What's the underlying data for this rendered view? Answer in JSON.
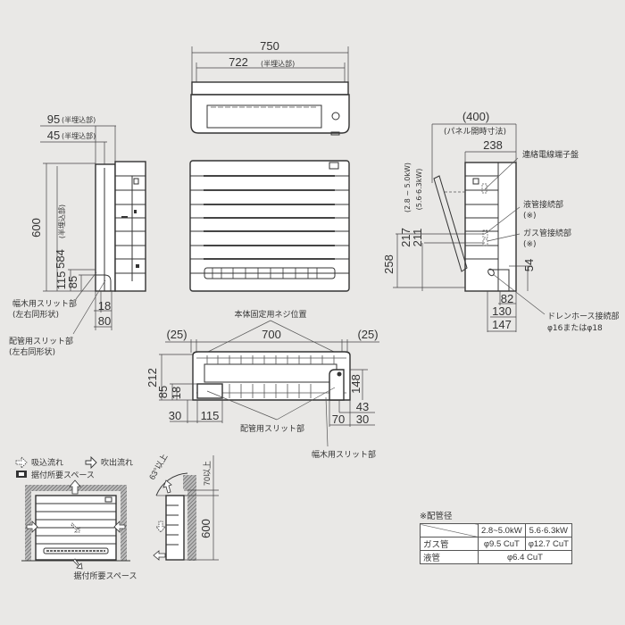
{
  "top_view": {
    "width_total": "750",
    "width_embedded": "722",
    "embedded_note": "(半埋込部)"
  },
  "side_view_left": {
    "depth_95": "95",
    "depth_45": "45",
    "embedded_note": "(半埋込部)",
    "height_total": "600",
    "height_embedded": "584",
    "height_embedded_note": "(半埋込部)",
    "dim_115": "115",
    "dim_85": "85",
    "dim_18": "18",
    "dim_80": "80",
    "callout_baseboard_slit": "幅木用スリット部",
    "callout_baseboard_slit_note": "(左右同形状)",
    "callout_pipe_slit": "配管用スリット部",
    "callout_pipe_slit_note": "(左右同形状)"
  },
  "side_view_right": {
    "panel_open_dim": "(400)",
    "panel_open_note": "(パネル開時寸法)",
    "depth": "238",
    "dim_217": "217",
    "dim_217_note": "(2.8 ~ 5.0kW)",
    "dim_211": "211",
    "dim_211_note": "(5.6·6.3kW)",
    "dim_258": "258",
    "dim_54": "54",
    "dim_82": "82",
    "dim_130": "130",
    "dim_147": "147",
    "callout_terminal": "連絡電線端子盤",
    "callout_liquid": "液管接続部",
    "callout_liquid_note": "(※)",
    "callout_gas": "ガス管接続部",
    "callout_gas_note": "(※)",
    "callout_drain": "ドレンホース接続部",
    "callout_drain_size": "φ16またはφ18"
  },
  "bottom_view": {
    "screw_label": "本体固定用ネジ位置",
    "dim_left_margin": "(25)",
    "dim_span": "700",
    "dim_right_margin": "(25)",
    "dim_212": "212",
    "dim_85": "85",
    "dim_18": "18",
    "dim_30": "30",
    "dim_115": "115",
    "dim_148": "148",
    "dim_43": "43",
    "dim_70": "70",
    "dim_30b": "30",
    "callout_pipe_slit": "配管用スリット部",
    "callout_baseboard_slit": "幅木用スリット部"
  },
  "installation": {
    "legend_intake": "吸込流れ",
    "legend_outlet": "吹出流れ",
    "legend_space": "据付所要スペース",
    "angle": "63°以上",
    "top_clearance": "70以上",
    "height": "600",
    "caption": "据付所要スペース"
  },
  "pipe_table": {
    "title": "※配管径",
    "col_headers": [
      "2.8~5.0kW",
      "5.6·6.3kW"
    ],
    "rows": [
      {
        "label": "ガス管",
        "values": [
          "φ9.5 CuT",
          "φ12.7 CuT"
        ]
      },
      {
        "label": "液管",
        "merged_value": "φ6.4 CuT"
      }
    ]
  },
  "colors": {
    "background": "#e9e8e6",
    "line": "#333333",
    "fill": "#ffffff"
  }
}
